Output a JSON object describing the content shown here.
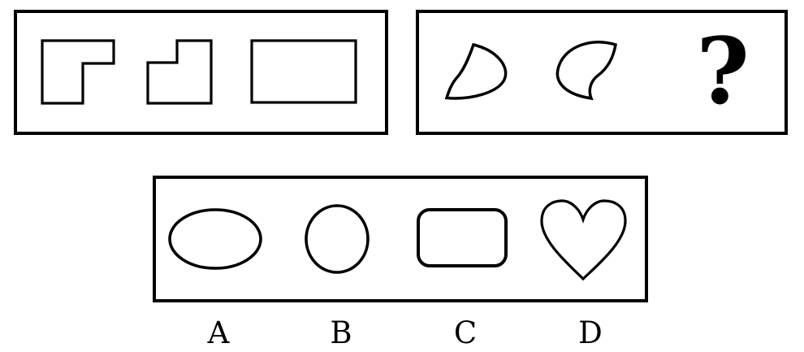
{
  "colors": {
    "ink": "#000000",
    "background": "#ffffff"
  },
  "sequence_panel": {
    "description": "row of three shapes forming a progression",
    "shapes": [
      "rectangle-with-bottom-right-notch",
      "rectangle-with-top-left-notch",
      "plain-rectangle"
    ]
  },
  "analogy_panel": {
    "description": "two curved comma blobs followed by an unknown",
    "shapes": [
      "comma-blob-pointing-up",
      "comma-blob-rotated"
    ],
    "question_mark": "?"
  },
  "options_panel": {
    "options": [
      {
        "label": "A",
        "shape": "ellipse"
      },
      {
        "label": "B",
        "shape": "circle"
      },
      {
        "label": "C",
        "shape": "rounded-rectangle"
      },
      {
        "label": "D",
        "shape": "heart"
      }
    ]
  }
}
